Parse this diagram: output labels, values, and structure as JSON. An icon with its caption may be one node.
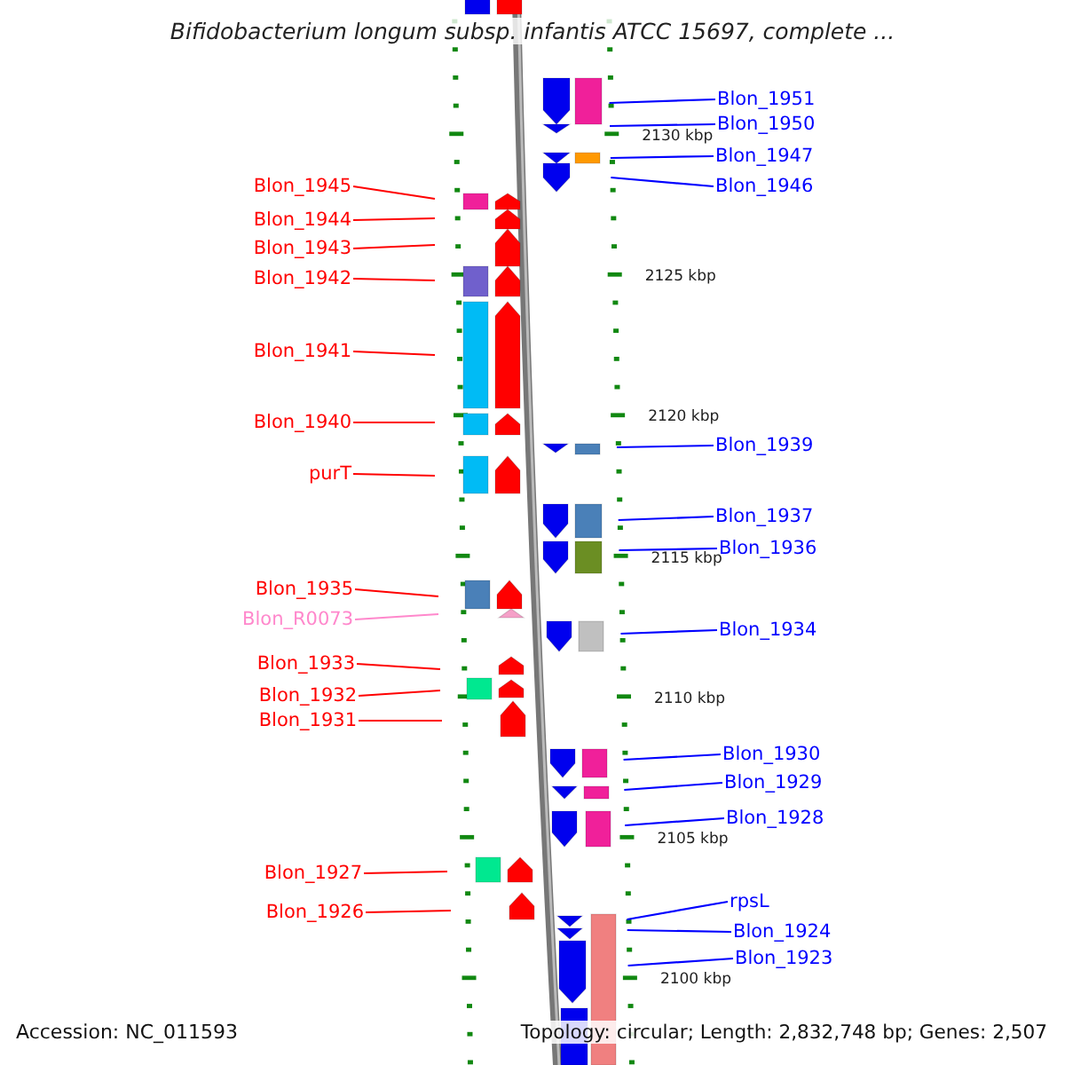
{
  "diagram": {
    "title": "Bifidobacterium longum subsp. infantis ATCC 15697, complete ...",
    "nodes": [
      {
        "text": [
          "Blon_1951"
        ]
      },
      {
        "text": [
          "Blon_1950"
        ]
      },
      {
        "text": [
          "Blon_1947"
        ]
      },
      {
        "text": [
          "Blon_1945"
        ]
      },
      {
        "text": [
          "Blon_1946"
        ]
      },
      {
        "text": [
          "Blon_1944"
        ]
      },
      {
        "text": [
          "Blon_1943"
        ]
      },
      {
        "text": [
          "Blon_1942"
        ]
      },
      {
        "text": [
          "Blon_1941"
        ]
      },
      {
        "text": [
          "Blon_1940"
        ]
      },
      {
        "text": [
          "Blon_1939"
        ]
      },
      {
        "text": [
          "purT"
        ]
      },
      {
        "text": [
          "Blon_1937"
        ]
      },
      {
        "text": [
          "Blon_1936"
        ]
      },
      {
        "text": [
          "Blon_1935"
        ]
      },
      {
        "text": [
          "Blon_R0073"
        ]
      },
      {
        "text": [
          "Blon_1934"
        ]
      },
      {
        "text": [
          "Blon_1933"
        ]
      },
      {
        "text": [
          "Blon_1932"
        ]
      },
      {
        "text": [
          "Blon_1931"
        ]
      },
      {
        "text": [
          "Blon_1930"
        ]
      },
      {
        "text": [
          "Blon_1929"
        ]
      },
      {
        "text": [
          "Blon_1928"
        ]
      },
      {
        "text": [
          "Blon_1927"
        ]
      },
      {
        "text": [
          "rpsL"
        ]
      },
      {
        "text": [
          "Blon_1926"
        ]
      },
      {
        "text": [
          "Blon_1924"
        ]
      },
      {
        "text": [
          "Blon_1923"
        ]
      }
    ],
    "edges": [
      {
        "from": 0,
        "to": null,
        "arrow": "none"
      },
      {
        "from": 1,
        "to": null,
        "arrow": "none"
      },
      {
        "from": 2,
        "to": null,
        "arrow": "none"
      },
      {
        "from": 3,
        "to": null,
        "arrow": "none",
        "color": "#ff0000"
      },
      {
        "from": 4,
        "to": null,
        "arrow": "none"
      },
      {
        "from": 5,
        "to": null,
        "arrow": "none",
        "color": "#ff0000"
      },
      {
        "from": 6,
        "to": null,
        "arrow": "none",
        "color": "#ff0000"
      },
      {
        "from": 7,
        "to": null,
        "arrow": "none",
        "color": "#ff0000"
      },
      {
        "from": 8,
        "to": null,
        "arrow": "none",
        "color": "#ff0000"
      },
      {
        "from": 9,
        "to": null,
        "arrow": "none",
        "color": "#ff0000"
      },
      {
        "from": 10,
        "to": null,
        "arrow": "none"
      },
      {
        "from": 11,
        "to": null,
        "arrow": "none",
        "color": "#ff0000"
      },
      {
        "from": 12,
        "to": null,
        "arrow": "none"
      },
      {
        "from": 13,
        "to": null,
        "arrow": "none"
      },
      {
        "from": 14,
        "to": null,
        "arrow": "none",
        "color": "#ff0000"
      },
      {
        "from": 15,
        "to": null,
        "arrow": "none",
        "color": "#ff88cc"
      },
      {
        "from": 16,
        "to": null,
        "arrow": "none"
      },
      {
        "from": 17,
        "to": null,
        "arrow": "none",
        "color": "#ff0000"
      },
      {
        "from": 18,
        "to": null,
        "arrow": "none",
        "color": "#ff0000"
      },
      {
        "from": 19,
        "to": null,
        "arrow": "none",
        "color": "#ff0000"
      },
      {
        "from": 20,
        "to": null,
        "arrow": "none"
      },
      {
        "from": 21,
        "to": null,
        "arrow": "none"
      },
      {
        "from": 22,
        "to": null,
        "arrow": "none"
      },
      {
        "from": 23,
        "to": null,
        "arrow": "none",
        "color": "#ff0000"
      },
      {
        "from": 24,
        "to": null,
        "arrow": "none"
      },
      {
        "from": 25,
        "to": null,
        "arrow": "none",
        "color": "#ff0000"
      },
      {
        "from": 26,
        "to": null,
        "arrow": "none"
      },
      {
        "from": 27,
        "to": null,
        "arrow": "none"
      }
    ],
    "labels": [
      "2130 kbp",
      "2125 kbp",
      "2120 kbp",
      "2115 kbp",
      "2110 kbp",
      "2105 kbp",
      "2100 kbp",
      "Accession: NC_011593",
      "Topology: circular; Length: 2,832,748 bp; Genes: 2,507"
    ]
  }
}
